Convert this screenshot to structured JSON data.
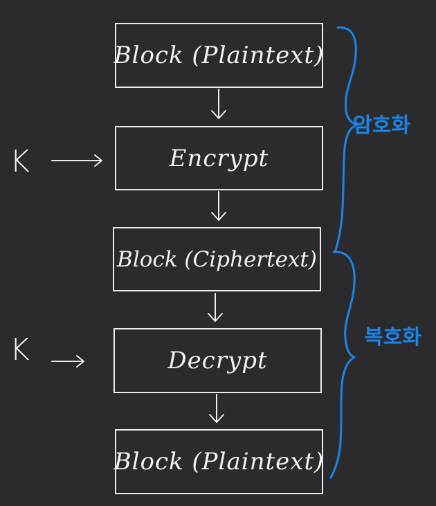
{
  "diagram": {
    "boxes": [
      {
        "id": "plain-in",
        "text": "Block (Plaintext)"
      },
      {
        "id": "encrypt",
        "text": "Encrypt"
      },
      {
        "id": "cipher",
        "text": "Block (Ciphertext)"
      },
      {
        "id": "decrypt",
        "text": "Decrypt"
      },
      {
        "id": "plain-out",
        "text": "Block (Plaintext)"
      }
    ],
    "key_labels": [
      "K",
      "K"
    ],
    "brace_labels": {
      "encryption": "암호화",
      "decryption": "복호화"
    },
    "colors": {
      "background": "#2b2b2d",
      "ink": "#ececec",
      "annotation": "#1a86e8"
    }
  }
}
